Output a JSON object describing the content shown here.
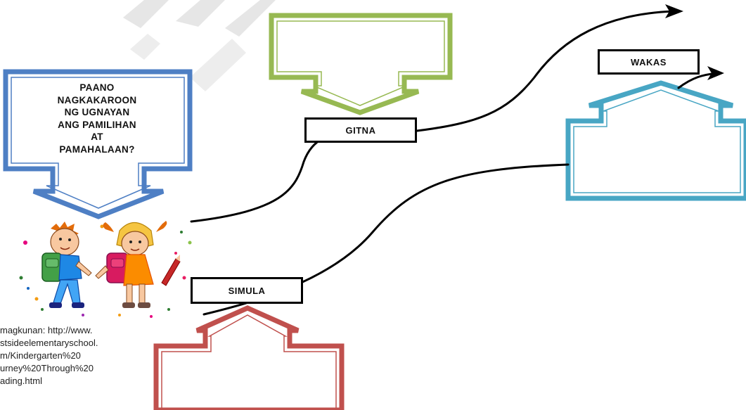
{
  "question": {
    "lines": [
      "PAANO",
      "NAGKAKAROON",
      "NG UGNAYAN",
      "ANG PAMILIHAN",
      "AT",
      "PAMAHALAAN?"
    ]
  },
  "labels": {
    "simula": "SIMULA",
    "gitna": "GITNA",
    "wakas": "WAKAS"
  },
  "source": {
    "lines": [
      "magkunan: http://www.",
      "stsideelementaryschool.",
      "m/Kindergarten%20",
      "urney%20Through%20",
      "ading.html"
    ]
  },
  "colors": {
    "blue_arrow": "#4e7fc4",
    "green_arrow": "#97b952",
    "teal_arrow": "#48a6c4",
    "red_arrow": "#c0504d",
    "watermark": "#e5e5e5"
  },
  "icons": {
    "illustration": "children-with-backpacks"
  }
}
